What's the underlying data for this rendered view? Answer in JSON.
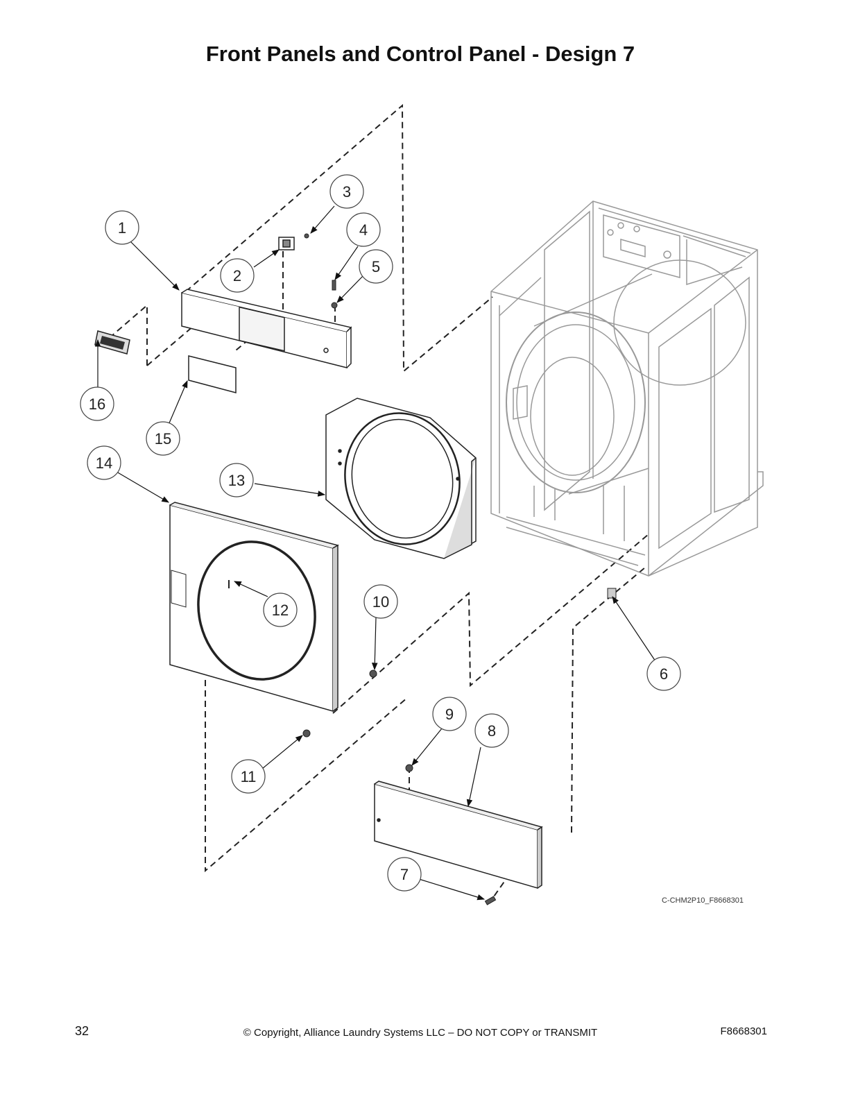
{
  "title": "Front Panels and Control Panel - Design 7",
  "drawing_ref": "C-CHM2P10_F8668301",
  "callouts": [
    "1",
    "2",
    "3",
    "4",
    "5",
    "6",
    "7",
    "8",
    "9",
    "10",
    "11",
    "12",
    "13",
    "14",
    "15",
    "16"
  ],
  "footer": {
    "page_number": "32",
    "copyright": "© Copyright, Alliance Laundry Systems LLC – DO NOT COPY or TRANSMIT",
    "doc_id": "F8668301"
  }
}
